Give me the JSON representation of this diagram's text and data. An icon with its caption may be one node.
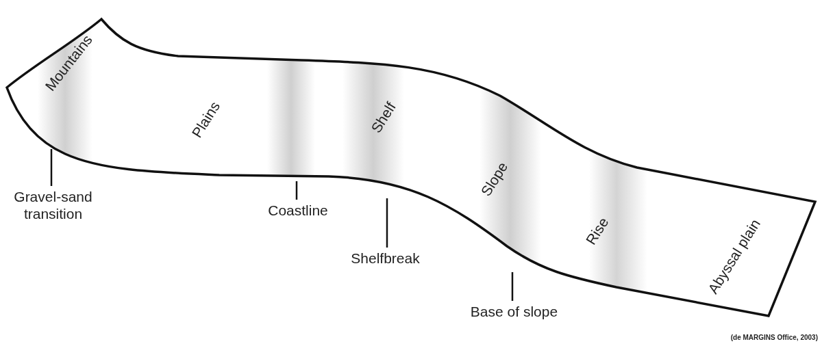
{
  "diagram": {
    "caption": "(de MARGINS Office, 2003)",
    "nodes": [
      {
        "text": [
          "Gravel-sand transition"
        ]
      },
      {
        "text": [
          "Coastline"
        ]
      },
      {
        "text": [
          "Shelfbreak"
        ]
      },
      {
        "text": [
          "Base of slope"
        ]
      }
    ],
    "edges": [
      {
        "from": 0,
        "to": null,
        "arrow": "none"
      },
      {
        "from": 1,
        "to": null,
        "arrow": "none"
      },
      {
        "from": 2,
        "to": null,
        "arrow": "none"
      },
      {
        "from": 3,
        "to": null,
        "arrow": "none"
      }
    ],
    "labels": [
      "Mountains",
      "Plains",
      "Shelf",
      "Slope",
      "Rise",
      "Abyssal plain"
    ]
  }
}
